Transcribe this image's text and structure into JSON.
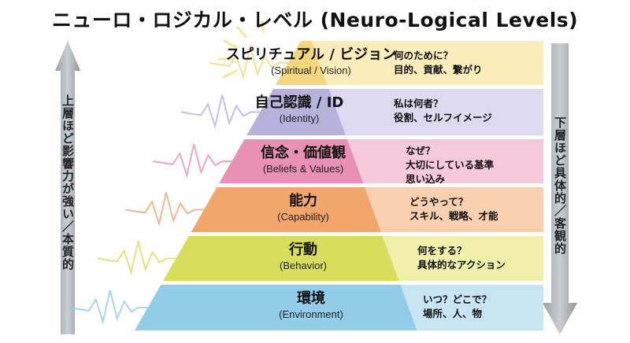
{
  "title": "ニューロ・ロジカル・レベル (Neuro-Logical Levels)",
  "left_arrow_text": "上層ほど影響力が強い／本質的",
  "right_arrow_text": "下層ほど具体的／客観的",
  "levels": [
    {
      "jp": "スピリチュアル / ビジョン",
      "en": "(Spiritual / Vision)",
      "q": "何のために？",
      "d1": "目的、貢献、繋がり",
      "d2": "",
      "dark": "#f4d67c",
      "light": "#faecbb"
    },
    {
      "jp": "自己認識 / ID",
      "en": "(Identity)",
      "q": "私は何者？",
      "d1": "役割、セルフイメージ",
      "d2": "",
      "dark": "#b6b2dc",
      "light": "#dddaef"
    },
    {
      "jp": "信念・価値観",
      "en": "(Beliefs & Values)",
      "q": "なぜ？",
      "d1": "大切にしている基準",
      "d2": "思い込み",
      "dark": "#e890b5",
      "light": "#f5c8da"
    },
    {
      "jp": "能力",
      "en": "(Capability)",
      "q": "どうやって？",
      "d1": "スキル、戦略、才能",
      "d2": "",
      "dark": "#f2a66c",
      "light": "#f8d0b0"
    },
    {
      "jp": "行動",
      "en": "(Behavior)",
      "q": "何をする？",
      "d1": "具体的なアクション",
      "d2": "",
      "dark": "#d8de5c",
      "light": "#eef0aa"
    },
    {
      "jp": "環境",
      "en": "(Environment)",
      "q": "いつ？どこで？",
      "d1": "場所、人、物",
      "d2": "",
      "dark": "#92cce8",
      "light": "#c6e4f2"
    }
  ]
}
